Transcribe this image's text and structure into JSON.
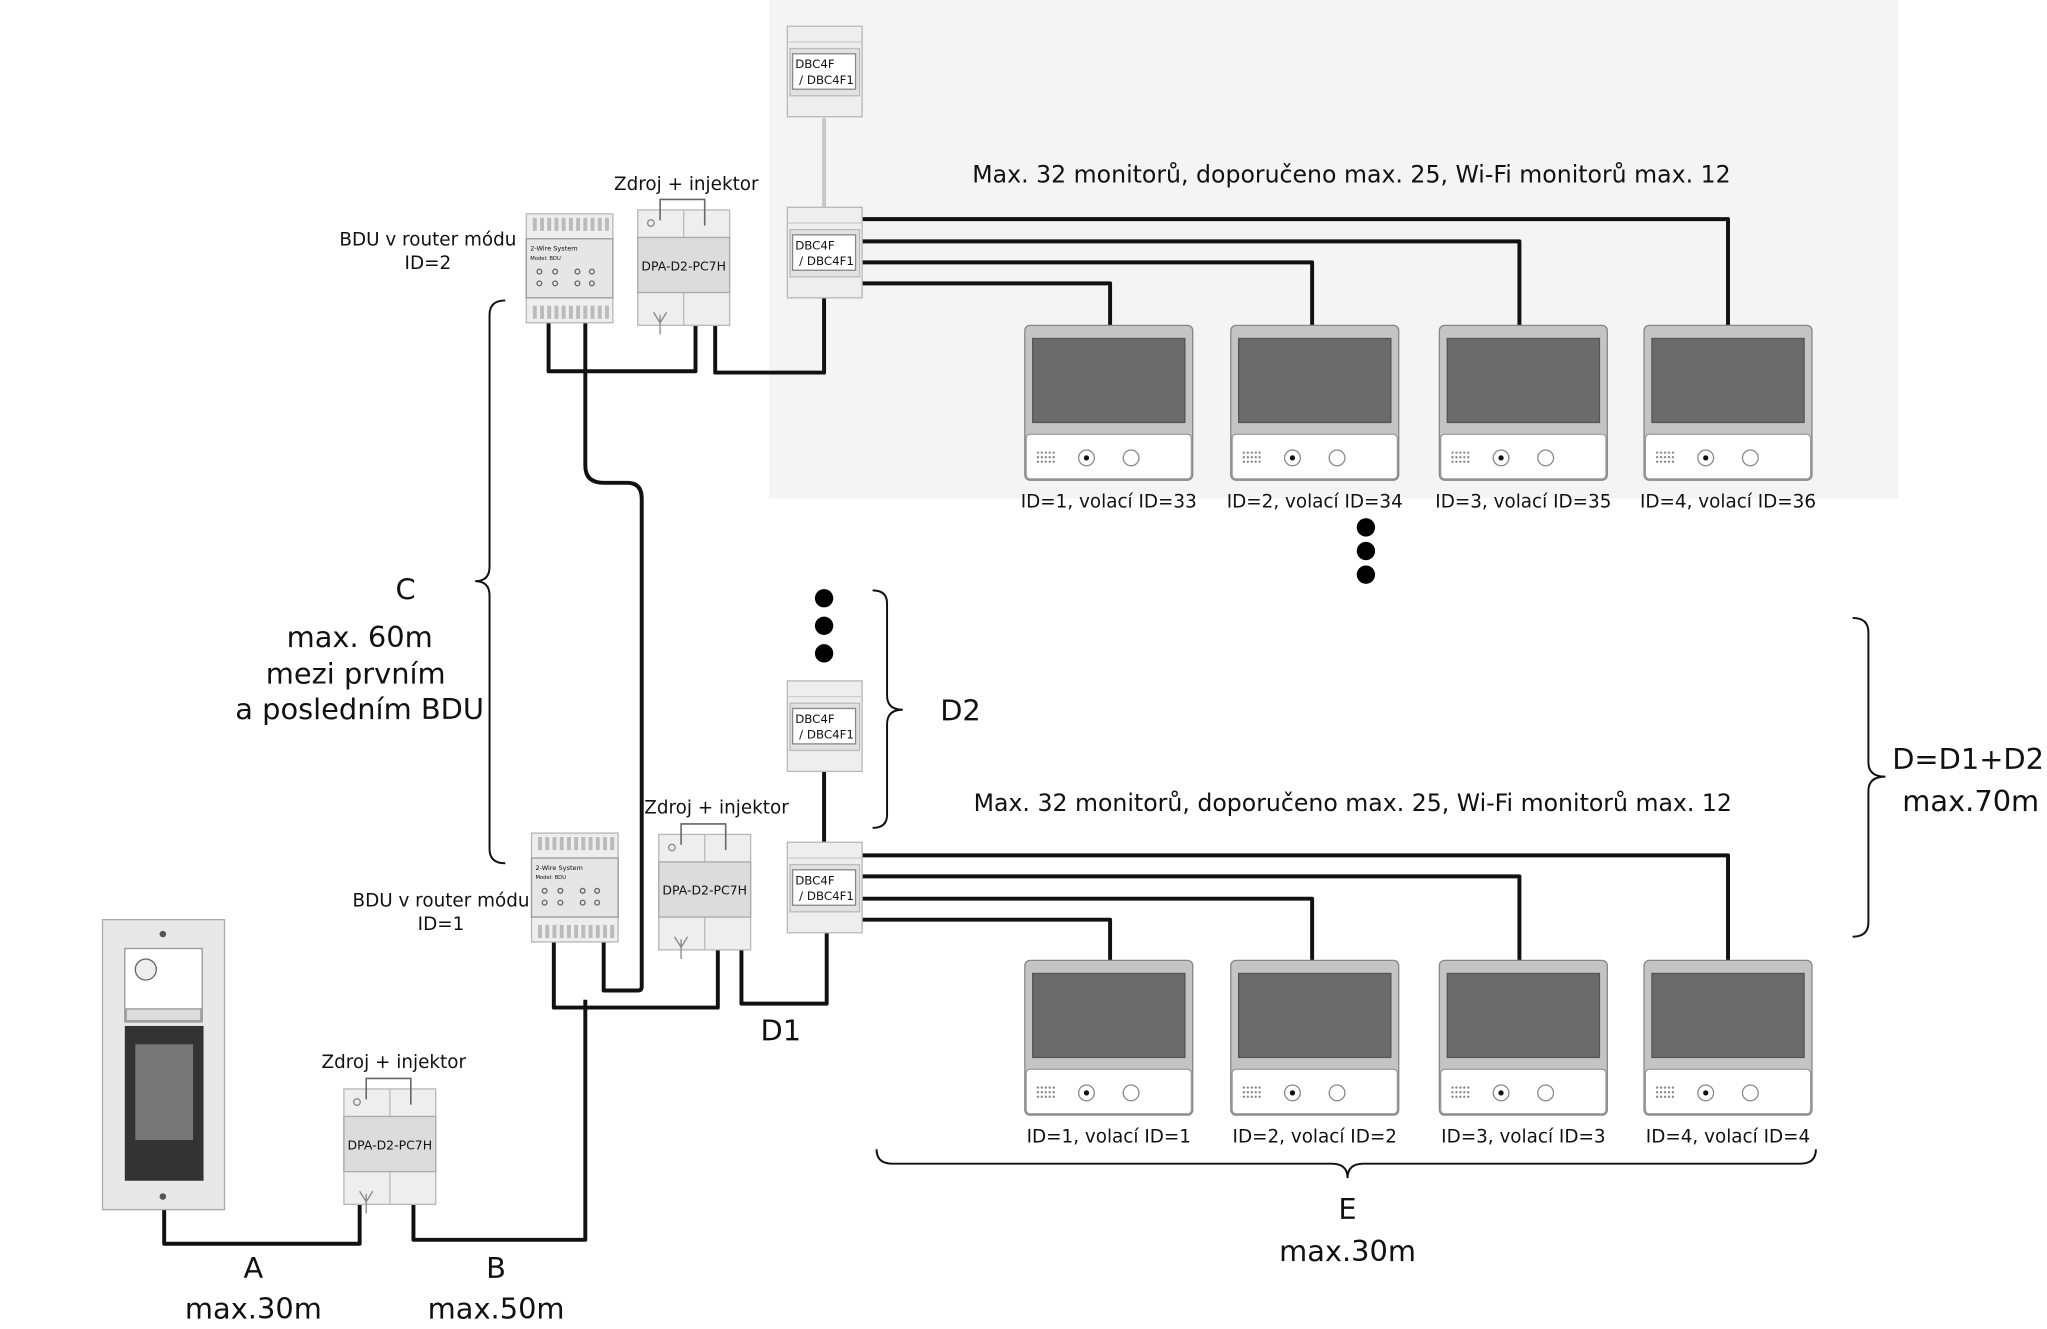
{
  "top_group": {
    "capacity_note": "Max. 32 monitorů, doporučeno max. 25, Wi-Fi monitorů max. 12",
    "bdu_label": "BDU v router módu",
    "bdu_id": "ID=2",
    "psu_label": "Zdroj + injektor",
    "psu_model": "DPA-D2-PC7H",
    "distributor_label_1": "DBC4F",
    "distributor_label_2": "/ DBC4F1",
    "monitors": [
      "ID=1, volací ID=33",
      "ID=2, volací ID=34",
      "ID=3, volací ID=35",
      "ID=4, volací ID=36"
    ]
  },
  "bottom_group": {
    "capacity_note": "Max. 32 monitorů, doporučeno max. 25, Wi-Fi monitorů max. 12",
    "bdu_label": "BDU v router módu",
    "bdu_id": "ID=1",
    "psu_label": "Zdroj + injektor",
    "psu_model": "DPA-D2-PC7H",
    "distributor_label_1": "DBC4F",
    "distributor_label_2": "/ DBC4F1",
    "monitors": [
      "ID=1, volací ID=1",
      "ID=2, volací ID=2",
      "ID=3, volací ID=3",
      "ID=4, volací ID=4"
    ]
  },
  "door_psu": {
    "label": "Zdroj + injektor",
    "model": "DPA-D2-PC7H"
  },
  "bdu_device": {
    "line1": "2-Wire System",
    "line2": "Model: BDU"
  },
  "distances": {
    "A": {
      "name": "A",
      "value": "max.30m"
    },
    "B": {
      "name": "B",
      "value": "max.50m"
    },
    "C": {
      "name": "C",
      "line1": "max. 60m",
      "line2": "mezi prvním",
      "line3": "a posledním BDU"
    },
    "D1": {
      "name": "D1"
    },
    "D2": {
      "name": "D2"
    },
    "D": {
      "name": "D=D1+D2",
      "value": "max.70m"
    },
    "E": {
      "name": "E",
      "value": "max.30m"
    }
  },
  "colors": {
    "zone_background": "#f4f4f4",
    "wire": "#111111",
    "screen": "#6b6b6b",
    "monitor_frame": "#c4c4c4"
  }
}
